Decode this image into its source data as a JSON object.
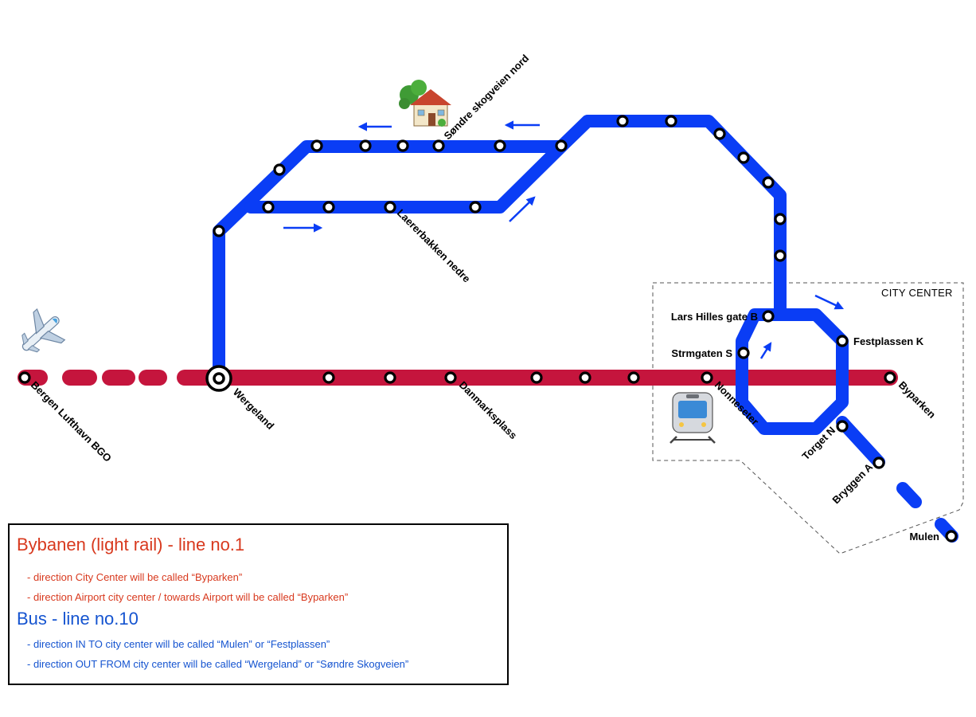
{
  "colors": {
    "bus_line": "#0a3df5",
    "rail_line": "#c5153d",
    "legend_red": "#d8391e",
    "legend_blue": "#1554d0"
  },
  "map": {
    "city_center_label": "CITY CENTER",
    "icons": {
      "airplane": "airplane-icon",
      "house": "house-with-tree-icon",
      "tram": "tram-icon",
      "direction_arrows": "arrow-icon"
    },
    "stations": {
      "bergen_lufthavn": "Bergen Lufthavn BGO",
      "wergeland": "Wergeland",
      "danmarksplass": "Danmarksplass",
      "nonneseter": "Nonneseter",
      "byparken": "Byparken",
      "sondre_skogveien": "Søndre skogveien nord",
      "laererbakken": "Laererbakken nedre",
      "lars_hilles": "Lars Hilles gate B",
      "strmgaten": "Strmgaten S",
      "festplassen": "Festplassen K",
      "torget": "Torget N",
      "bryggen": "Bryggen A",
      "mulen": "Mulen"
    }
  },
  "legend": {
    "rail_title": "Bybanen (light rail) - line no.1",
    "rail_lines": [
      "- direction City Center will be called “Byparken”",
      "- direction Airport city center / towards Airport will be called “Byparken”"
    ],
    "bus_title": "Bus - line no.10",
    "bus_lines": [
      "- direction IN TO city center will be called “Mulen” or “Festplassen”",
      "- direction OUT FROM city center will be called “Wergeland” or “Søndre Skogveien”"
    ]
  }
}
